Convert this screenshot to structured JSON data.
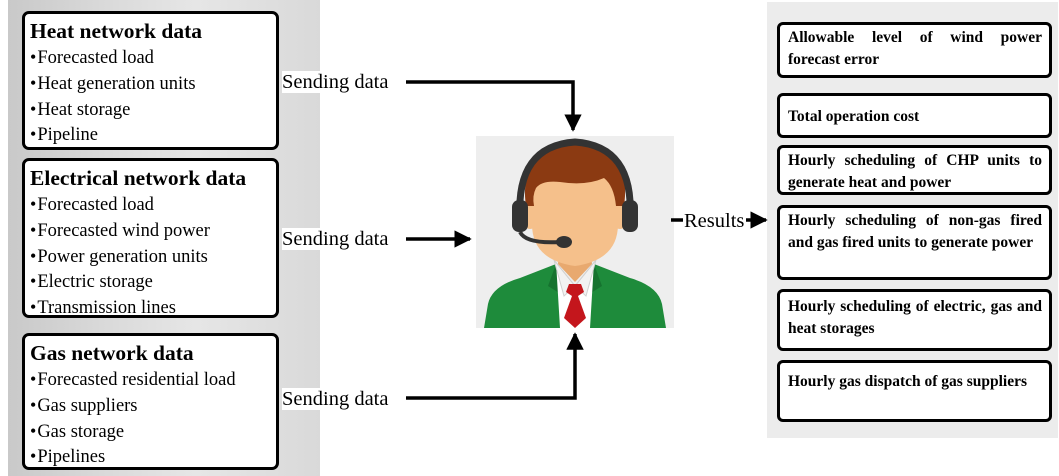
{
  "heat": {
    "title": "Heat network data",
    "items": [
      "Forecasted load",
      "Heat generation units",
      "Heat storage",
      "Pipeline"
    ]
  },
  "electrical": {
    "title": "Electrical network data",
    "items": [
      "Forecasted load",
      "Forecasted wind power",
      "Power generation units",
      "Electric storage",
      "Transmission lines"
    ]
  },
  "gas": {
    "title": "Gas network data",
    "items": [
      "Forecasted residential load",
      "Gas suppliers",
      "Gas storage",
      "Pipelines"
    ]
  },
  "sending_labels": [
    "Sending data",
    "Sending data",
    "Sending data"
  ],
  "results_label": "Results",
  "results": [
    "Allowable level of wind power forecast error",
    "Total operation cost",
    "Hourly scheduling of CHP units to generate heat and power",
    "Hourly scheduling of non-gas fired and gas fired units to generate power",
    "Hourly scheduling of electric, gas and heat storages",
    "Hourly gas dispatch of gas suppliers"
  ],
  "colors": {
    "suit": "#1e8b3b",
    "tie": "#c4161c",
    "skin": "#f5c08b",
    "hair": "#8b3a12",
    "headset": "#333333"
  },
  "icons": [
    "operator-avatar-icon"
  ]
}
